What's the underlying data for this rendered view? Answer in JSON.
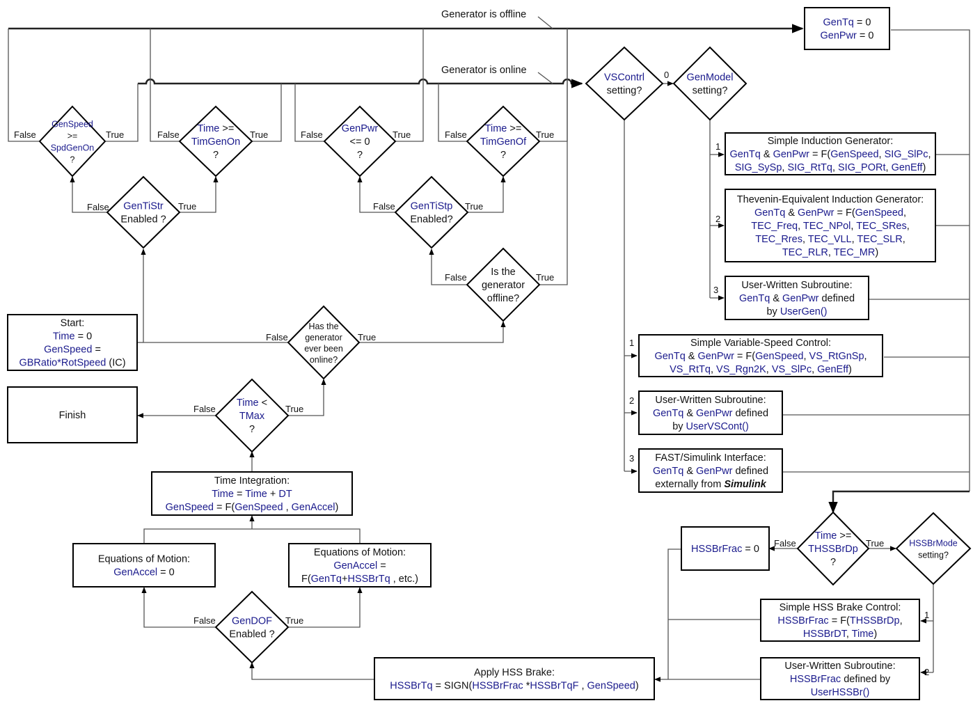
{
  "annotations": {
    "offline": "Generator is offline",
    "online": "Generator is online"
  },
  "branch_labels": {
    "false": "False",
    "true": "True",
    "n0": "0",
    "n1": "1",
    "n2": "2",
    "n3": "3"
  },
  "colors": {
    "variable": "#1a1a8c",
    "text": "#111111",
    "line": "#555555"
  },
  "nodes": {
    "start": {
      "lines": [
        [
          [
            "Start:",
            "t"
          ]
        ],
        [
          [
            "Time",
            "v"
          ],
          [
            " = 0",
            "t"
          ]
        ],
        [
          [
            "GenSpeed",
            "v"
          ],
          [
            " =",
            "t"
          ]
        ],
        [
          [
            "GBRatio*RotSpeed",
            "v"
          ],
          [
            " (IC)",
            "t"
          ]
        ]
      ]
    },
    "finish": {
      "lines": [
        [
          [
            "Finish",
            "t"
          ]
        ]
      ]
    },
    "gen_zero": {
      "lines": [
        [
          [
            "GenTq",
            "v"
          ],
          [
            " = 0",
            "t"
          ]
        ],
        [
          [
            "GenPwr",
            "v"
          ],
          [
            " = 0",
            "t"
          ]
        ]
      ]
    },
    "d_speed": {
      "lines": [
        [
          [
            "GenSpeed",
            "v"
          ]
        ],
        [
          [
            ">=",
            "t"
          ]
        ],
        [
          [
            "SpdGenOn",
            "v"
          ]
        ],
        [
          [
            "?",
            "t"
          ]
        ]
      ]
    },
    "d_timon": {
      "lines": [
        [
          [
            "Time",
            "v"
          ],
          [
            " >=",
            "t"
          ]
        ],
        [
          [
            "TimGenOn",
            "v"
          ]
        ],
        [
          [
            "?",
            "t"
          ]
        ]
      ]
    },
    "d_pwr": {
      "lines": [
        [
          [
            "GenPwr",
            "v"
          ]
        ],
        [
          [
            "<= 0",
            "t"
          ]
        ],
        [
          [
            "?",
            "t"
          ]
        ]
      ]
    },
    "d_timof": {
      "lines": [
        [
          [
            "Time",
            "v"
          ],
          [
            " >=",
            "t"
          ]
        ],
        [
          [
            "TimGenOf",
            "v"
          ]
        ],
        [
          [
            "?",
            "t"
          ]
        ]
      ]
    },
    "d_tistr": {
      "lines": [
        [
          [
            "GenTiStr",
            "v"
          ]
        ],
        [
          [
            "Enabled ?",
            "t"
          ]
        ]
      ]
    },
    "d_tistp": {
      "lines": [
        [
          [
            "GenTiStp",
            "v"
          ]
        ],
        [
          [
            "Enabled?",
            "t"
          ]
        ]
      ]
    },
    "d_offline": {
      "lines": [
        [
          [
            "Is the",
            "t"
          ]
        ],
        [
          [
            "generator",
            "t"
          ]
        ],
        [
          [
            "offline?",
            "t"
          ]
        ]
      ]
    },
    "d_ever": {
      "lines": [
        [
          [
            "Has the",
            "t"
          ]
        ],
        [
          [
            "generator",
            "t"
          ]
        ],
        [
          [
            "ever been",
            "t"
          ]
        ],
        [
          [
            "online?",
            "t"
          ]
        ]
      ]
    },
    "d_tmax": {
      "lines": [
        [
          [
            "Time",
            "v"
          ],
          [
            " <",
            "t"
          ]
        ],
        [
          [
            "TMax",
            "v"
          ]
        ],
        [
          [
            "?",
            "t"
          ]
        ]
      ]
    },
    "d_vsc": {
      "lines": [
        [
          [
            "VSContrl",
            "v"
          ]
        ],
        [
          [
            "setting?",
            "t"
          ]
        ]
      ]
    },
    "d_genmodel": {
      "lines": [
        [
          [
            "GenModel",
            "v"
          ]
        ],
        [
          [
            "setting?",
            "t"
          ]
        ]
      ]
    },
    "sig": {
      "lines": [
        [
          [
            "Simple Induction Generator:",
            "t"
          ]
        ],
        [
          [
            "GenTq",
            "v"
          ],
          [
            " & ",
            "t"
          ],
          [
            "GenPwr",
            "v"
          ],
          [
            " = F(",
            "t"
          ],
          [
            "GenSpeed",
            "v"
          ],
          [
            ", ",
            "t"
          ],
          [
            "SIG_SlPc",
            "v"
          ],
          [
            ",",
            "t"
          ]
        ],
        [
          [
            "SIG_SySp",
            "v"
          ],
          [
            ", ",
            "t"
          ],
          [
            "SIG_RtTq",
            "v"
          ],
          [
            ", ",
            "t"
          ],
          [
            "SIG_PORt",
            "v"
          ],
          [
            ", ",
            "t"
          ],
          [
            "GenEff",
            "v"
          ],
          [
            ")",
            "t"
          ]
        ]
      ]
    },
    "tec": {
      "lines": [
        [
          [
            "Thevenin-Equivalent Induction Generator:",
            "t"
          ]
        ],
        [
          [
            "GenTq",
            "v"
          ],
          [
            " & ",
            "t"
          ],
          [
            "GenPwr",
            "v"
          ],
          [
            " = F(",
            "t"
          ],
          [
            "GenSpeed",
            "v"
          ],
          [
            ",",
            "t"
          ]
        ],
        [
          [
            "TEC_Freq",
            "v"
          ],
          [
            ", ",
            "t"
          ],
          [
            "TEC_NPol",
            "v"
          ],
          [
            ", ",
            "t"
          ],
          [
            "TEC_SRes",
            "v"
          ],
          [
            ",",
            "t"
          ]
        ],
        [
          [
            "TEC_Rres",
            "v"
          ],
          [
            ", ",
            "t"
          ],
          [
            "TEC_VLL",
            "v"
          ],
          [
            ", ",
            "t"
          ],
          [
            "TEC_SLR",
            "v"
          ],
          [
            ",",
            "t"
          ]
        ],
        [
          [
            "TEC_RLR",
            "v"
          ],
          [
            ", ",
            "t"
          ],
          [
            "TEC_MR",
            "v"
          ],
          [
            ")",
            "t"
          ]
        ]
      ]
    },
    "usergen": {
      "lines": [
        [
          [
            "User-Written Subroutine:",
            "t"
          ]
        ],
        [
          [
            "GenTq",
            "v"
          ],
          [
            " & ",
            "t"
          ],
          [
            "GenPwr",
            "v"
          ],
          [
            " defined",
            "t"
          ]
        ],
        [
          [
            "by ",
            "t"
          ],
          [
            "UserGen()",
            "v"
          ]
        ]
      ]
    },
    "svsc": {
      "lines": [
        [
          [
            "Simple Variable-Speed Control:",
            "t"
          ]
        ],
        [
          [
            "GenTq",
            "v"
          ],
          [
            " & ",
            "t"
          ],
          [
            "GenPwr",
            "v"
          ],
          [
            " = F(",
            "t"
          ],
          [
            "GenSpeed",
            "v"
          ],
          [
            ", ",
            "t"
          ],
          [
            "VS_RtGnSp",
            "v"
          ],
          [
            ",",
            "t"
          ]
        ],
        [
          [
            "VS_RtTq",
            "v"
          ],
          [
            ", ",
            "t"
          ],
          [
            "VS_Rgn2K",
            "v"
          ],
          [
            ", ",
            "t"
          ],
          [
            "VS_SlPc",
            "v"
          ],
          [
            ", ",
            "t"
          ],
          [
            "GenEff",
            "v"
          ],
          [
            ")",
            "t"
          ]
        ]
      ]
    },
    "uservs": {
      "lines": [
        [
          [
            "User-Written Subroutine:",
            "t"
          ]
        ],
        [
          [
            "GenTq",
            "v"
          ],
          [
            " & ",
            "t"
          ],
          [
            "GenPwr",
            "v"
          ],
          [
            " defined",
            "t"
          ]
        ],
        [
          [
            "by ",
            "t"
          ],
          [
            "UserVSCont()",
            "v"
          ]
        ]
      ]
    },
    "simulink": {
      "lines": [
        [
          [
            "FAST/Simulink  Interface:",
            "t"
          ]
        ],
        [
          [
            "GenTq",
            "v"
          ],
          [
            " & ",
            "t"
          ],
          [
            "GenPwr",
            "v"
          ],
          [
            " defined",
            "t"
          ]
        ],
        [
          [
            "externally from  ",
            "t"
          ],
          [
            "Simulink",
            "bi"
          ]
        ]
      ]
    },
    "d_thss": {
      "lines": [
        [
          [
            "Time",
            "v"
          ],
          [
            " >=",
            "t"
          ]
        ],
        [
          [
            "THSSBrDp",
            "v"
          ]
        ],
        [
          [
            "?",
            "t"
          ]
        ]
      ]
    },
    "d_hssmode": {
      "lines": [
        [
          [
            "HSSBrMode",
            "v"
          ]
        ],
        [
          [
            "setting?",
            "t"
          ]
        ]
      ]
    },
    "hss_zero": {
      "lines": [
        [
          [
            "HSSBrFrac",
            "v"
          ],
          [
            "  = 0",
            "t"
          ]
        ]
      ]
    },
    "hss_simple": {
      "lines": [
        [
          [
            "Simple HSS Brake Control:",
            "t"
          ]
        ],
        [
          [
            "HSSBrFrac",
            "v"
          ],
          [
            "  = F(",
            "t"
          ],
          [
            "THSSBrDp",
            "v"
          ],
          [
            ",",
            "t"
          ]
        ],
        [
          [
            "HSSBrDT",
            "v"
          ],
          [
            ", ",
            "t"
          ],
          [
            "Time",
            "v"
          ],
          [
            ")",
            "t"
          ]
        ]
      ]
    },
    "hss_user": {
      "lines": [
        [
          [
            "User-Written Subroutine:",
            "t"
          ]
        ],
        [
          [
            "HSSBrFrac",
            "v"
          ],
          [
            " defined by",
            "t"
          ]
        ],
        [
          [
            "UserHSSBr()",
            "v"
          ]
        ]
      ]
    },
    "apply_hss": {
      "lines": [
        [
          [
            "Apply HSS Brake:",
            "t"
          ]
        ],
        [
          [
            "HSSBrTq",
            "v"
          ],
          [
            "  = SIGN(",
            "t"
          ],
          [
            "HSSBrFrac",
            "v"
          ],
          [
            " *",
            "t"
          ],
          [
            "HSSBrTqF",
            "v"
          ],
          [
            " , ",
            "t"
          ],
          [
            "GenSpeed",
            "v"
          ],
          [
            ")",
            "t"
          ]
        ]
      ]
    },
    "d_gendof": {
      "lines": [
        [
          [
            "GenDOF",
            "v"
          ]
        ],
        [
          [
            "Enabled ?",
            "t"
          ]
        ]
      ]
    },
    "eom_zero": {
      "lines": [
        [
          [
            "Equations of Motion:",
            "t"
          ]
        ],
        [
          [
            "GenAccel",
            "v"
          ],
          [
            " = 0",
            "t"
          ]
        ]
      ]
    },
    "eom": {
      "lines": [
        [
          [
            "Equations of Motion:",
            "t"
          ]
        ],
        [
          [
            "GenAccel",
            "v"
          ],
          [
            " =",
            "t"
          ]
        ],
        [
          [
            "F(",
            "t"
          ],
          [
            "GenTq",
            "v"
          ],
          [
            "+",
            "t"
          ],
          [
            "HSSBrTq",
            "v"
          ],
          [
            " , etc.)",
            "t"
          ]
        ]
      ]
    },
    "timeint": {
      "lines": [
        [
          [
            "Time Integration:",
            "t"
          ]
        ],
        [
          [
            "Time",
            "v"
          ],
          [
            " = ",
            "t"
          ],
          [
            "Time",
            "v"
          ],
          [
            " + ",
            "t"
          ],
          [
            "DT",
            "v"
          ]
        ],
        [
          [
            "GenSpeed",
            "v"
          ],
          [
            "  = F(",
            "t"
          ],
          [
            "GenSpeed",
            "v"
          ],
          [
            " , ",
            "t"
          ],
          [
            "GenAccel",
            "v"
          ],
          [
            ")",
            "t"
          ]
        ]
      ]
    }
  }
}
